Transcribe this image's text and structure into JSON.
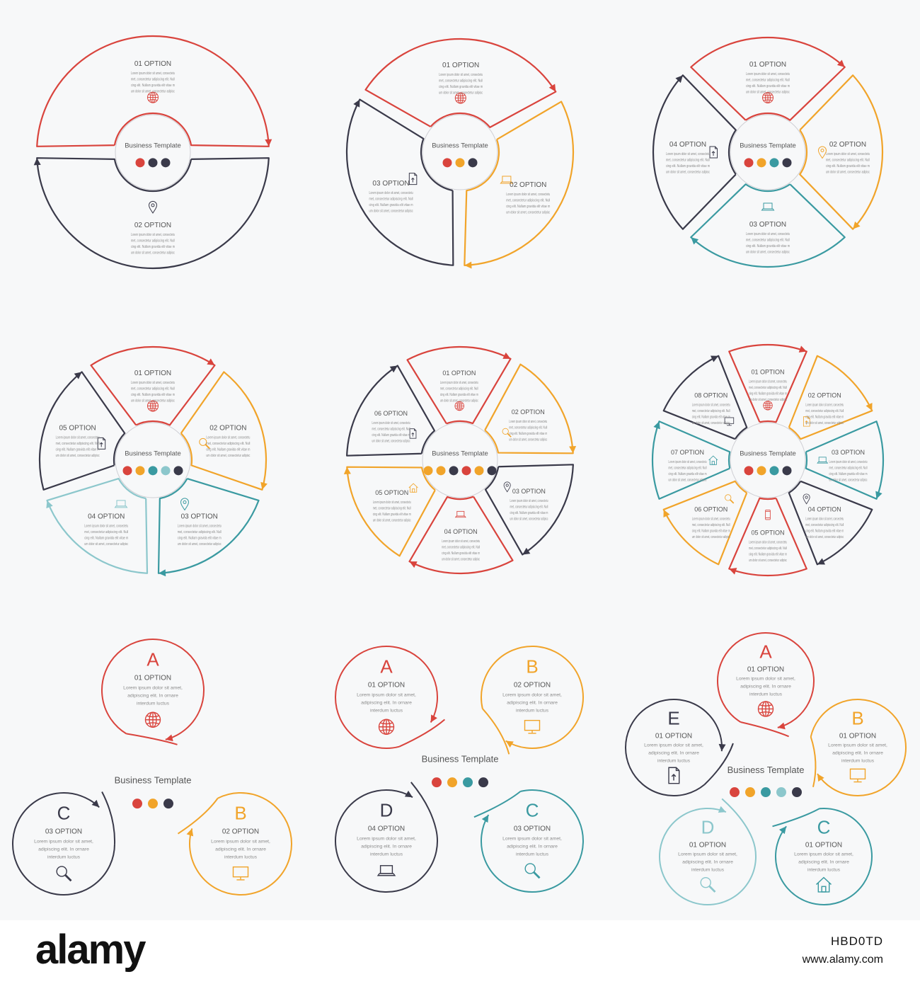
{
  "colors": {
    "red": "#d9443d",
    "orange": "#f1a42a",
    "teal": "#3a9aa1",
    "light_teal": "#8cc7cc",
    "dark": "#3a3a4a",
    "text": "#555555",
    "lorem": "#8a8a8a"
  },
  "center_title": "Business Template",
  "lorem_line": "Lorem ipsum dolor sit amet, consectetur adipiscing elit. Nullam gravida elit vitae malesuada. Duis ac nunc. Maecenas nec lectus risus egestas tempus lectus eget",
  "circle_body": [
    "Lorem ipsum dolor sit amet,",
    "adipiscing elit. In ornare",
    "interdum luctus"
  ],
  "circle_diagrams": [
    {
      "center_dots": [
        "red",
        "dark",
        "dark"
      ],
      "options": [
        {
          "label": "01 OPTION",
          "color": "red",
          "icon": "globe-icon"
        },
        {
          "label": "02 OPTION",
          "color": "dark",
          "icon": "map-pin-icon"
        }
      ]
    },
    {
      "center_dots": [
        "red",
        "orange",
        "dark"
      ],
      "options": [
        {
          "label": "01 OPTION",
          "color": "red",
          "icon": "globe-icon"
        },
        {
          "label": "02 OPTION",
          "color": "orange",
          "icon": "laptop-icon"
        },
        {
          "label": "03 OPTION",
          "color": "dark",
          "icon": "document-icon"
        }
      ]
    },
    {
      "center_dots": [
        "red",
        "orange",
        "teal",
        "dark"
      ],
      "options": [
        {
          "label": "01 OPTION",
          "color": "red",
          "icon": "globe-icon"
        },
        {
          "label": "02 OPTION",
          "color": "orange",
          "icon": "map-pin-icon"
        },
        {
          "label": "03 OPTION",
          "color": "teal",
          "icon": "laptop-icon"
        },
        {
          "label": "04 OPTION",
          "color": "dark",
          "icon": "document-icon"
        }
      ]
    },
    {
      "center_dots": [
        "red",
        "orange",
        "teal",
        "light_teal",
        "dark"
      ],
      "options": [
        {
          "label": "01 OPTION",
          "color": "red",
          "icon": "globe-icon"
        },
        {
          "label": "02 OPTION",
          "color": "orange",
          "icon": "magnifier-icon"
        },
        {
          "label": "03 OPTION",
          "color": "teal",
          "icon": "map-pin-icon"
        },
        {
          "label": "04 OPTION",
          "color": "light_teal",
          "icon": "laptop-icon"
        },
        {
          "label": "05 OPTION",
          "color": "dark",
          "icon": "document-icon"
        }
      ]
    },
    {
      "center_dots": [
        "orange",
        "orange",
        "dark",
        "red",
        "orange",
        "dark"
      ],
      "options": [
        {
          "label": "01 OPTION",
          "color": "red",
          "icon": "globe-icon"
        },
        {
          "label": "02 OPTION",
          "color": "orange",
          "icon": "magnifier-icon"
        },
        {
          "label": "03 OPTION",
          "color": "dark",
          "icon": "map-pin-icon"
        },
        {
          "label": "04 OPTION",
          "color": "red",
          "icon": "laptop-icon"
        },
        {
          "label": "05 OPTION",
          "color": "orange",
          "icon": "home-icon"
        },
        {
          "label": "06 OPTION",
          "color": "dark",
          "icon": "document-icon"
        }
      ]
    },
    {
      "center_dots": [
        "red",
        "orange",
        "teal",
        "dark"
      ],
      "options": [
        {
          "label": "01 OPTION",
          "color": "red",
          "icon": "globe-icon"
        },
        {
          "label": "02 OPTION",
          "color": "orange",
          "icon": "document-icon"
        },
        {
          "label": "03 OPTION",
          "color": "teal",
          "icon": "laptop-icon"
        },
        {
          "label": "04 OPTION",
          "color": "dark",
          "icon": "map-pin-icon"
        },
        {
          "label": "05 OPTION",
          "color": "red",
          "icon": "smartphone-icon"
        },
        {
          "label": "06 OPTION",
          "color": "orange",
          "icon": "magnifier-icon"
        },
        {
          "label": "07 OPTION",
          "color": "teal",
          "icon": "home-icon"
        },
        {
          "label": "08 OPTION",
          "color": "dark",
          "icon": "monitor-icon"
        }
      ]
    }
  ],
  "cycle_diagrams": [
    {
      "center_dots": [
        "red",
        "orange",
        "dark"
      ],
      "nodes": [
        {
          "letter": "A",
          "label": "01 OPTION",
          "color": "red",
          "icon": "globe-icon"
        },
        {
          "letter": "B",
          "label": "02 OPTION",
          "color": "orange",
          "icon": "monitor-icon"
        },
        {
          "letter": "C",
          "label": "03 OPTION",
          "color": "dark",
          "icon": "magnifier-icon"
        }
      ]
    },
    {
      "center_dots": [
        "red",
        "orange",
        "teal",
        "dark"
      ],
      "nodes": [
        {
          "letter": "A",
          "label": "01 OPTION",
          "color": "red",
          "icon": "globe-icon"
        },
        {
          "letter": "B",
          "label": "02 OPTION",
          "color": "orange",
          "icon": "monitor-icon"
        },
        {
          "letter": "C",
          "label": "03 OPTION",
          "color": "teal",
          "icon": "magnifier-icon"
        },
        {
          "letter": "D",
          "label": "04 OPTION",
          "color": "dark",
          "icon": "laptop-icon"
        }
      ]
    },
    {
      "center_dots": [
        "red",
        "orange",
        "teal",
        "light_teal",
        "dark"
      ],
      "nodes": [
        {
          "letter": "A",
          "label": "01 OPTION",
          "color": "red",
          "icon": "globe-icon"
        },
        {
          "letter": "B",
          "label": "01 OPTION",
          "color": "orange",
          "icon": "monitor-icon"
        },
        {
          "letter": "C",
          "label": "01 OPTION",
          "color": "teal",
          "icon": "home-icon"
        },
        {
          "letter": "D",
          "label": "01 OPTION",
          "color": "light_teal",
          "icon": "magnifier-icon"
        },
        {
          "letter": "E",
          "label": "01 OPTION",
          "color": "dark",
          "icon": "document-icon"
        }
      ]
    }
  ],
  "footer": {
    "brand": "alamy",
    "image_id": "HBD0TD",
    "url": "www.alamy.com"
  }
}
